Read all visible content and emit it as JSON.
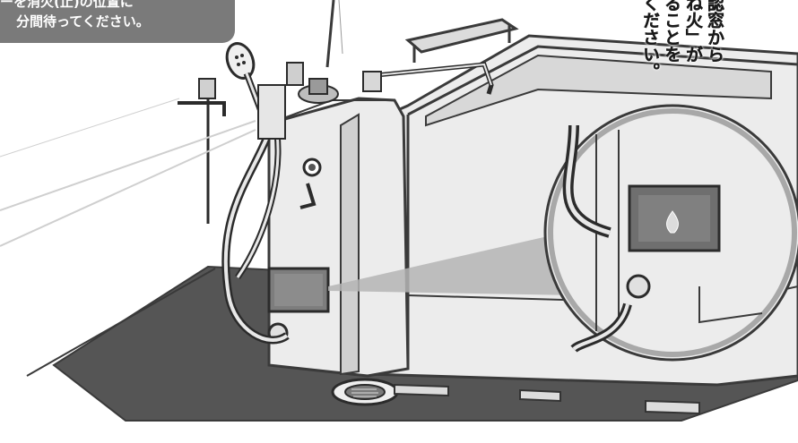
{
  "callout": {
    "line1": "ーを消火(止)の位置に",
    "line2": "分間待ってください。"
  },
  "vertical_text": {
    "col1": "認窓から",
    "col2": "ね火」が",
    "col3": "ることを",
    "col4": "ください。"
  },
  "colors": {
    "callout_bg": "#7a7a7a",
    "floor_mat": "#555555",
    "outline": "#3a3a3a",
    "unit_fill": "#ececec"
  },
  "icons": [
    "shower-head-icon",
    "flame-icon",
    "drain-icon",
    "faucet-icon"
  ]
}
